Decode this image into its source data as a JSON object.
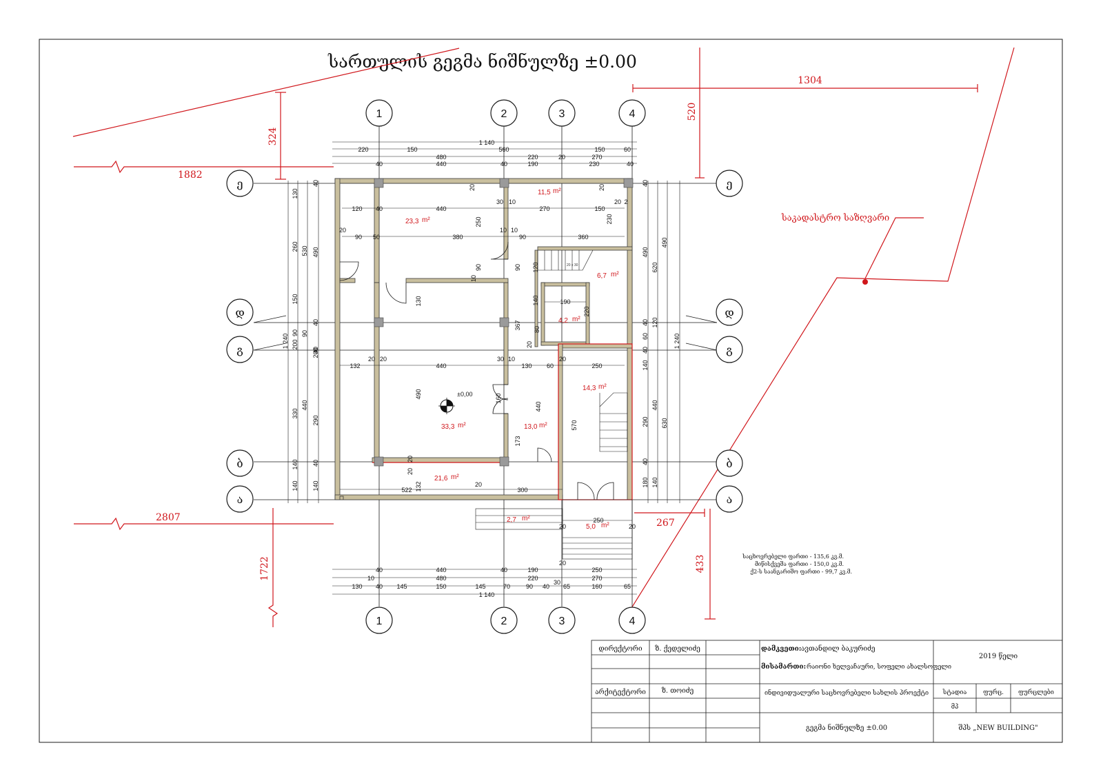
{
  "title": "სართულის გეგმა ნიშნულზე ±0.00",
  "colors": {
    "ink": "#1a1a1a",
    "red": "#d0161b",
    "wall": "#c9bf9e",
    "column": "#9a9a9a"
  },
  "axes": {
    "vertical": [
      {
        "id": "v1",
        "label": "1"
      },
      {
        "id": "v2",
        "label": "2"
      },
      {
        "id": "v3",
        "label": "3"
      },
      {
        "id": "v4",
        "label": "4"
      }
    ],
    "horizontal": [
      {
        "id": "h5",
        "label": "ე"
      },
      {
        "id": "h4",
        "label": "დ"
      },
      {
        "id": "h3",
        "label": "გ"
      },
      {
        "id": "h2",
        "label": "ბ"
      },
      {
        "id": "h1",
        "label": "ა"
      }
    ]
  },
  "site_dims": {
    "d1882": "1882",
    "d324": "324",
    "d1304": "1304",
    "d520": "520",
    "d2807": "2807",
    "d1722": "1722",
    "d267": "267",
    "d433": "433"
  },
  "boundary_label": "საკადასტრო საზღვარი",
  "rooms": {
    "r1": "23,3",
    "r2": "11,5",
    "r3": "6,7",
    "r4": "4,2",
    "r5": "33,3",
    "r6": "13,0",
    "r7": "14,3",
    "r8": "21,6",
    "r9": "2,7",
    "r10": "5,0",
    "unit": "m²"
  },
  "level_mark": "±0,00",
  "dims_top": {
    "row1": {
      "total": "1 140"
    },
    "row2": [
      "220",
      "150",
      "560",
      "150",
      "60"
    ],
    "row3": [
      "480",
      "220",
      "20",
      "270"
    ],
    "row4": [
      "40",
      "440",
      "40",
      "190",
      "230",
      "40"
    ]
  },
  "dims_bottom": {
    "row1": [
      "40",
      "440",
      "40",
      "190",
      "250"
    ],
    "row2": [
      "10",
      "480",
      "220",
      "270"
    ],
    "row3": [
      "130",
      "40",
      "145",
      "150",
      "145",
      "70",
      "90",
      "40",
      "65",
      "160",
      "65"
    ],
    "row3b": "30",
    "total": "1 140"
  },
  "dims_left": {
    "c1": [
      "130",
      "260",
      "150",
      "90",
      "200",
      "330",
      "140",
      "140"
    ],
    "c2": [
      "530",
      "90",
      "440"
    ],
    "c3": [
      "40",
      "490",
      "40",
      "200",
      "40",
      "290",
      "40",
      "140"
    ],
    "total": "1 240"
  },
  "dims_right": {
    "c1": [
      "40",
      "490",
      "40",
      "60",
      "40",
      "140",
      "290",
      "40",
      "180"
    ],
    "c2": [
      "620",
      "120",
      "440",
      "140"
    ],
    "c3": [
      "490",
      "630"
    ],
    "total": "1 240"
  },
  "dims_inner": {
    "a": [
      "120",
      "40",
      "440",
      "270",
      "150",
      "20",
      "2"
    ],
    "b": [
      "20",
      "90",
      "50",
      "380",
      "90",
      "360"
    ],
    "c": [
      "20",
      "30",
      "10",
      "10",
      "10",
      "250",
      "230",
      "20"
    ],
    "d": [
      "120",
      "90",
      "90",
      "10",
      "367",
      "140",
      "190",
      "220",
      "80",
      "20"
    ],
    "e": [
      "132",
      "20",
      "20",
      "440",
      "30",
      "10",
      "130",
      "60",
      "20",
      "250"
    ],
    "f": [
      "130",
      "490",
      "160",
      "440",
      "570",
      "173"
    ],
    "g": [
      "20",
      "20",
      "132",
      "522",
      "20",
      "300"
    ],
    "h": [
      "20",
      "20",
      "250",
      "20"
    ]
  },
  "stair_label": "20 x 30",
  "area_summary": [
    "საცხოვრებელი ფართი - 135,6 კვ.მ.",
    "მიწისქვეშა ფართი - 150,0 კვ.მ.",
    "ქ2-ს საანგარიშო ფართი - 99,7 კვ.მ."
  ],
  "title_block": {
    "director_role": "დირექტორი",
    "director_name": "ზ. ქედელიძე",
    "architect_role": "არქიტექტორი",
    "architect_name": "ზ. თოიძე",
    "client_label": "დამკვეთი:",
    "client_value": "ავთანდილ ბაკურიძე",
    "address_label": "მისამართი:",
    "address_value": "რაიონი ხელვაჩაური, სოფელი ახალსოფელი",
    "project": "ინდივიდუალური საცხოვრებელი სახლის პროექტი",
    "year": "2019 წელი",
    "stage_h": "სტადია",
    "sheet_h": "ფურც.",
    "sheets_h": "ფურცლები",
    "stage_v": "მპ",
    "drawing": "გეგმა ნიშნულზე ±0.00",
    "company": "შპს „NEW BUILDING\""
  }
}
